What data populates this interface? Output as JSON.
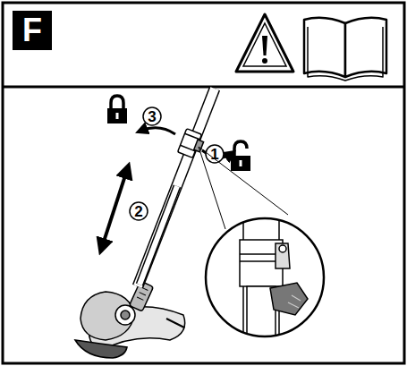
{
  "diagram": {
    "nodes": [
      {
        "text": [
          "F"
        ]
      }
    ],
    "labels": [
      "1",
      "2",
      "3"
    ]
  }
}
